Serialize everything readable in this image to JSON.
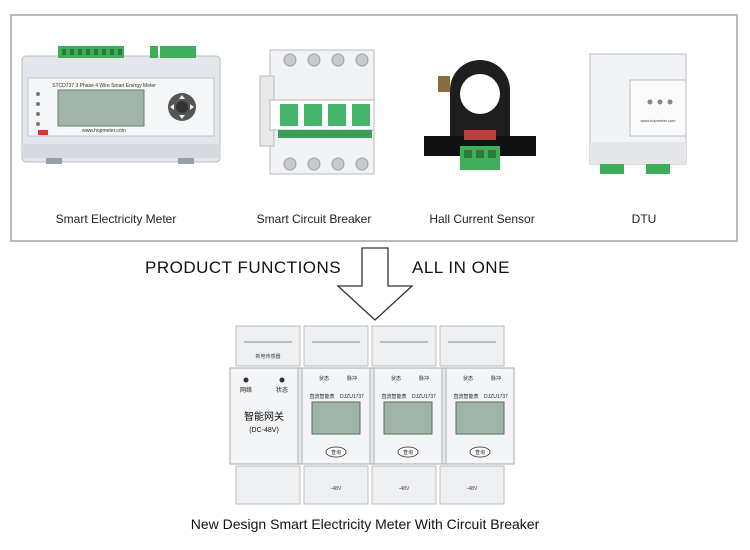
{
  "products": [
    {
      "label": "Smart Electricity Meter",
      "icon": "smart-electricity-meter-image",
      "screen_text": "STCD737   3 Phase 4 Wire Smart Energy Meter",
      "url_text": "www.hopmeter.com"
    },
    {
      "label": "Smart Circuit Breaker",
      "icon": "smart-circuit-breaker-image"
    },
    {
      "label": "Hall Current Sensor",
      "icon": "hall-current-sensor-image"
    },
    {
      "label": "DTU",
      "icon": "dtu-image",
      "url_text": "www.hopmeter.com"
    }
  ],
  "functions": {
    "left": "PRODUCT FUNCTIONS",
    "right": "ALL IN ONE"
  },
  "combined_device": {
    "icon": "combined-device-image",
    "gateway_title": "智能网关",
    "gateway_voltage": "(DC-48V)",
    "gateway_led_left": "网络",
    "gateway_led_right": "状态",
    "module_title": "直流智能表",
    "module_model": "DJZU1737",
    "module_led_left": "状态",
    "module_led_right": "脉冲",
    "query_button": "查询",
    "top_label": "新电传感器",
    "bottom_terminal": "-48V"
  },
  "caption": "New Design Smart Electricity Meter With Circuit Breaker",
  "colors": {
    "frame": "#b9b9b9",
    "terminal_green": "#3fae5a",
    "device_body": "#eceff2",
    "lcd": "#9fb5a9"
  }
}
